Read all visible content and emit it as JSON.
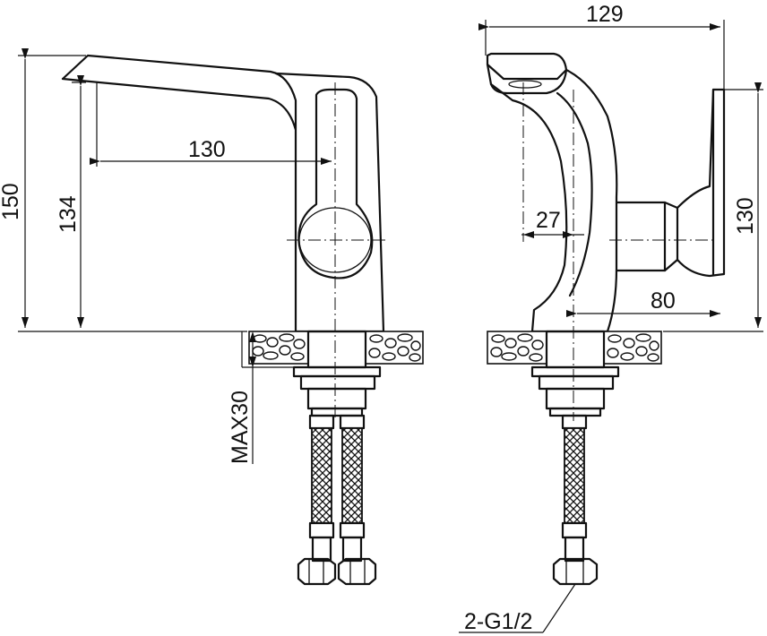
{
  "colors": {
    "line": "#111111",
    "background": "#ffffff"
  },
  "labels": {
    "dim_width_129": "129",
    "dim_height_150": "150",
    "dim_height_134": "134",
    "dim_reach_130": "130",
    "dim_side_height_130": "130",
    "dim_offset_27": "27",
    "dim_depth_80": "80",
    "max_thickness": "MAX30",
    "thread_spec": "2-G1/2"
  }
}
